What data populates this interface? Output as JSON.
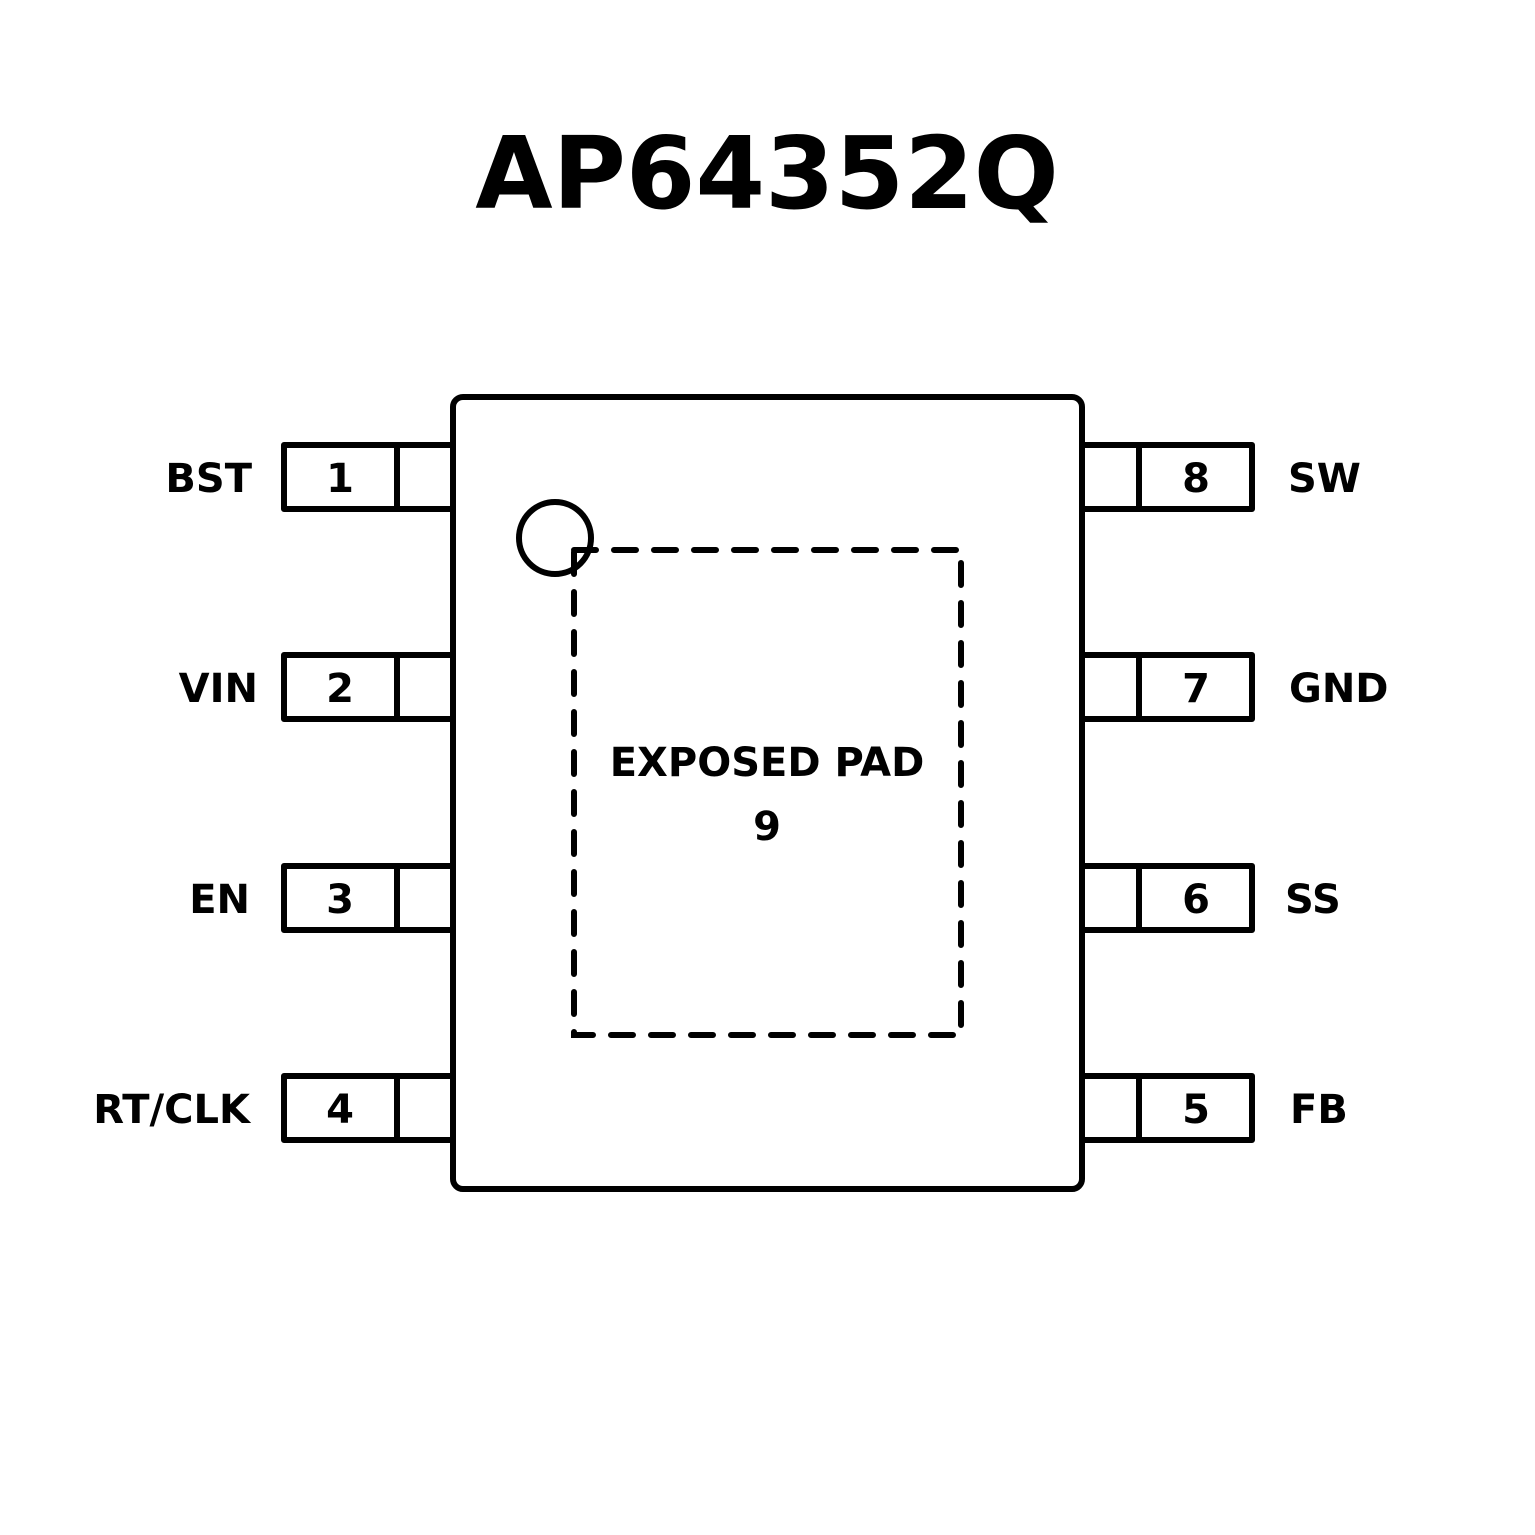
{
  "title": "AP64352Q",
  "package": {
    "pin1_marker": "circle",
    "exposed_pad": {
      "label": "EXPOSED PAD",
      "number": "9"
    }
  },
  "pins_left": [
    {
      "number": "1",
      "name": "BST"
    },
    {
      "number": "2",
      "name": "VIN"
    },
    {
      "number": "3",
      "name": "EN"
    },
    {
      "number": "4",
      "name": "RT/CLK"
    }
  ],
  "pins_right": [
    {
      "number": "8",
      "name": "SW"
    },
    {
      "number": "7",
      "name": "GND"
    },
    {
      "number": "6",
      "name": "SS"
    },
    {
      "number": "5",
      "name": "FB"
    }
  ],
  "colors": {
    "line": "#000000",
    "background": "#ffffff"
  }
}
